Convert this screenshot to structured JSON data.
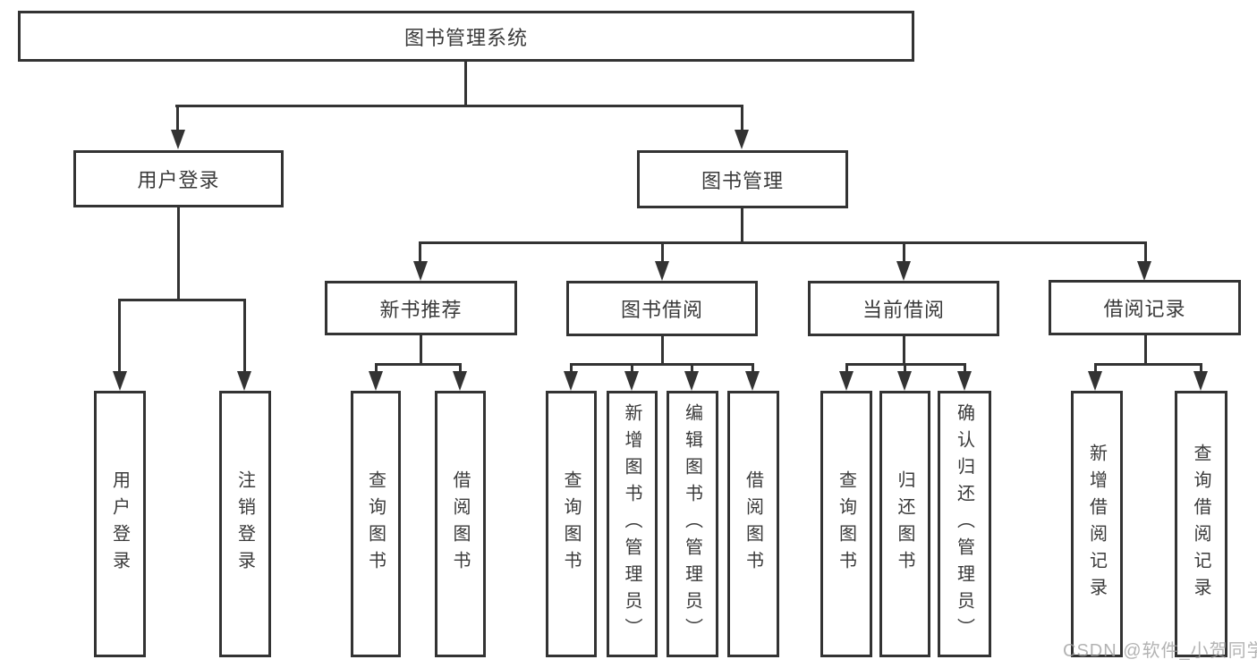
{
  "tree": {
    "root": {
      "label": "图书管理系统"
    },
    "branches": [
      {
        "label": "用户登录",
        "children": [
          {
            "label": "用户登录"
          },
          {
            "label": "注销登录"
          }
        ]
      },
      {
        "label": "图书管理",
        "children": [
          {
            "label": "新书推荐",
            "children": [
              {
                "label": "查询图书"
              },
              {
                "label": "借阅图书"
              }
            ]
          },
          {
            "label": "图书借阅",
            "children": [
              {
                "label": "查询图书"
              },
              {
                "label": "新增图书（管理员）"
              },
              {
                "label": "编辑图书（管理员）"
              },
              {
                "label": "借阅图书"
              }
            ]
          },
          {
            "label": "当前借阅",
            "children": [
              {
                "label": "查询图书"
              },
              {
                "label": "归还图书"
              },
              {
                "label": "确认归还（管理员）"
              }
            ]
          },
          {
            "label": "借阅记录",
            "children": [
              {
                "label": "新增借阅记录"
              },
              {
                "label": "查询借阅记录"
              }
            ]
          }
        ]
      }
    ]
  },
  "watermark": {
    "text": "CSDN @软件_小贺同学"
  },
  "colors": {
    "line": "#333333",
    "text": "#3a3a3a",
    "watermark": "#9e9e9e",
    "background": "#ffffff"
  }
}
